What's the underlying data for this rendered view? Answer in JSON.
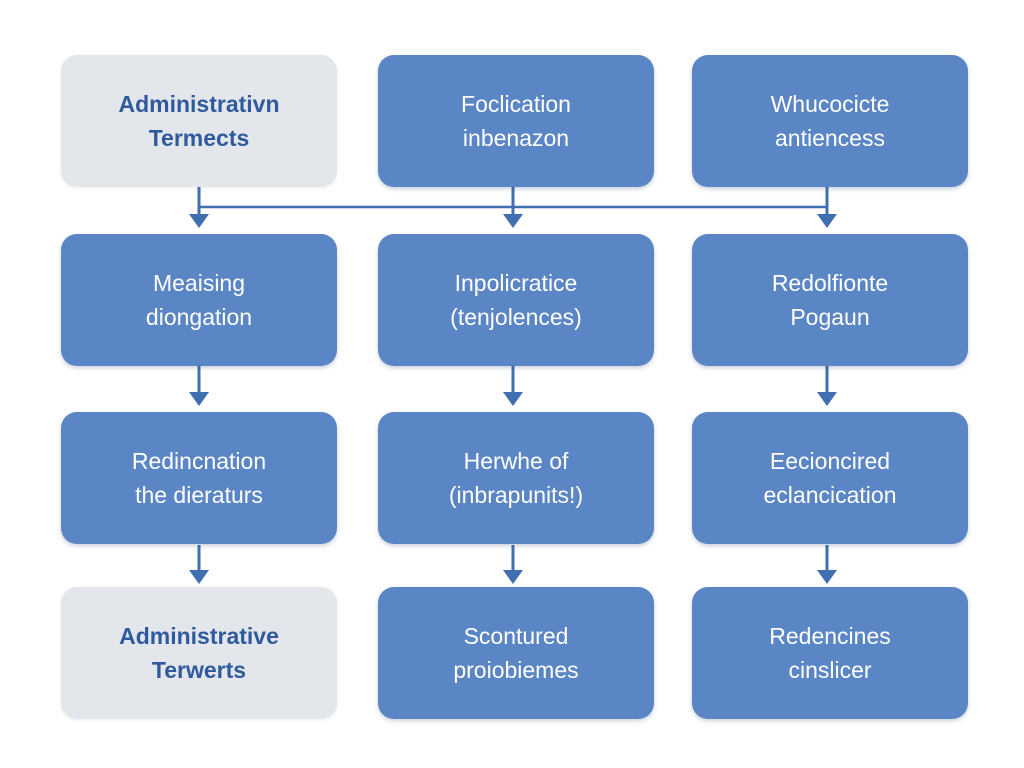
{
  "diagram": {
    "colors": {
      "box_fill": "#5b86c5",
      "box_fill_muted": "#e3e7ec",
      "box_text": "#ffffff",
      "box_text_muted": "#2f5a9e",
      "connector": "#3f6fb0"
    },
    "nodes": {
      "r1c1": {
        "line1": "Administrativn",
        "line2": "Termects",
        "style": "muted"
      },
      "r1c2": {
        "line1": "Foclication",
        "line2": "inbenazon",
        "style": "filled"
      },
      "r1c3": {
        "line1": "Whucocicte",
        "line2": "antiencess",
        "style": "filled"
      },
      "r2c1": {
        "line1": "Meaising",
        "line2": "diongation",
        "style": "filled"
      },
      "r2c2": {
        "line1": "Inpolicratice",
        "line2": "(tenjolences)",
        "style": "filled"
      },
      "r2c3": {
        "line1": "Redolfionte",
        "line2": "Pogaun",
        "style": "filled"
      },
      "r3c1": {
        "line1": "Redincnation",
        "line2": "the dieraturs",
        "style": "filled"
      },
      "r3c2": {
        "line1": "Herwhe of",
        "line2": "(inbrapunits!)",
        "style": "filled"
      },
      "r3c3": {
        "line1": "Eecioncired",
        "line2": "eclancication",
        "style": "filled"
      },
      "r4c1": {
        "line1": "Administrative",
        "line2": "Terwerts",
        "style": "muted"
      },
      "r4c2": {
        "line1": "Scontured",
        "line2": "proiobiemes",
        "style": "filled"
      },
      "r4c3": {
        "line1": "Redencines",
        "line2": "cinslicer",
        "style": "filled"
      }
    },
    "edges": [
      {
        "from": "r1c1",
        "to": "r2c1"
      },
      {
        "from": "r1c2",
        "to": "r2c2"
      },
      {
        "from": "r1c3",
        "to": "r2c3"
      },
      {
        "from": "r2c1",
        "to": "r3c1"
      },
      {
        "from": "r2c2",
        "to": "r3c2"
      },
      {
        "from": "r2c3",
        "to": "r3c3"
      },
      {
        "from": "r3c1",
        "to": "r4c1"
      },
      {
        "from": "r3c2",
        "to": "r4c2"
      },
      {
        "from": "r3c3",
        "to": "r4c3"
      }
    ],
    "bus": {
      "from": "r1c1",
      "to": "r1c3",
      "row": 1
    }
  }
}
